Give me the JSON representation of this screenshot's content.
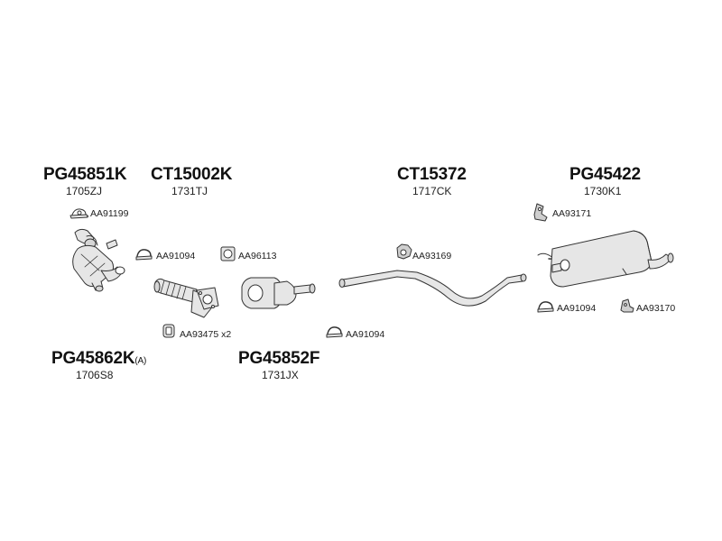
{
  "assemblies": {
    "a1": {
      "code": "PG45851K",
      "ref": "1705ZJ"
    },
    "a2": {
      "code": "CT15002K",
      "ref": "1731TJ"
    },
    "a3": {
      "code": "CT15372",
      "ref": "1717CK"
    },
    "a4": {
      "code": "PG45422",
      "ref": "1730K1"
    },
    "a5": {
      "code": "PG45862K",
      "suffix": "(A)",
      "ref": "1706S8"
    },
    "a6": {
      "code": "PG45852F",
      "ref": "1731JX"
    }
  },
  "accessories": {
    "c1": "AA91199",
    "c2": "AA91094",
    "c3": "AA96113",
    "c4": "AA93475 x2",
    "c5": "AA91094",
    "c6": "AA93169",
    "c7": "AA93171",
    "c8": "AA91094",
    "c9": "AA93170"
  },
  "colors": {
    "part_fill": "#e6e6e6",
    "part_stroke": "#333333",
    "text": "#111111"
  }
}
